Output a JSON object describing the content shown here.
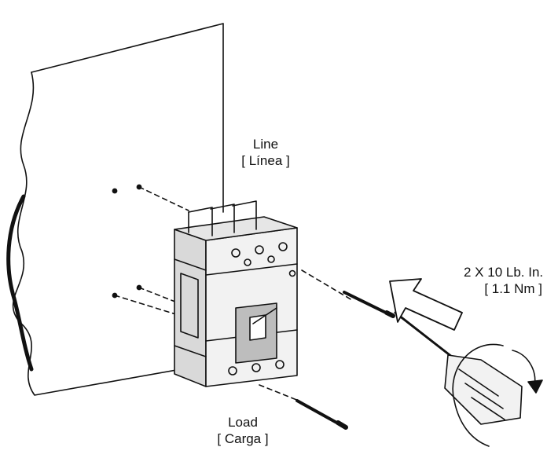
{
  "labels": {
    "line": {
      "line1": "Line",
      "line2": "[ Línea ]"
    },
    "load": {
      "line1": "Load",
      "line2": "[ Carga ]"
    },
    "torque": {
      "line1": "2 X 10 Lb. In.",
      "line2": "[ 1.1 Nm ]"
    }
  },
  "colors": {
    "stroke": "#111111",
    "fill_light": "#f2f2f2",
    "fill_mid": "#d9d9d9",
    "fill_dark": "#bdbdbd"
  }
}
